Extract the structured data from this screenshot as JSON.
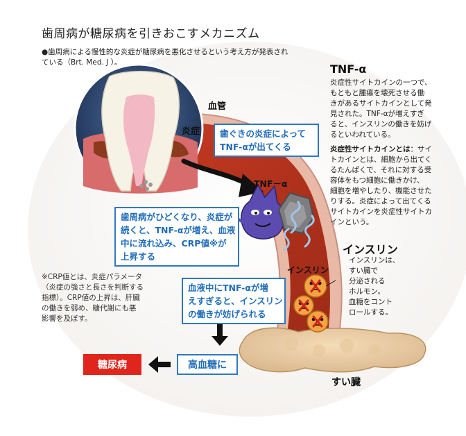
{
  "title": "歯周病が糖尿病を引きおこすメカニズム",
  "intro": "●歯周病による慢性的な炎症が糖尿病を悪化させるという考え方が発表されている（Brt. Med. J ）。",
  "labels": {
    "vessel": "血管",
    "inflammation": "炎症",
    "tnf": "TNF－α",
    "insulin_small": "インスリン",
    "pancreas": "すい臓"
  },
  "boxes": {
    "box1": [
      "歯ぐきの炎症によって",
      "TNF-αが出てくる"
    ],
    "box2": [
      "歯周病がひどくなり、炎症が",
      "続くと、TNF-αが増え、血液",
      "中に流れ込み、CRP値※が",
      "上昇する"
    ],
    "box3": [
      "血液中にTNF-αが増",
      "えすぎると、インスリン",
      "の働きが妨げられる"
    ]
  },
  "tnf_info": {
    "heading": "TNF-α",
    "lines": [
      "炎症性サイトカインの一つで、",
      "もともと腫瘍を壊死させる働",
      "きがあるサイトカインとして発",
      "見された。TNF-αが増えすぎ",
      "ると、インスリンの働きを妨げ",
      "るといわれている。"
    ],
    "cytokine_term": "炎症性サイトカインとは",
    "cytokine_lines": [
      "：サイ",
      "トカインとは、細胞から出てく",
      "るたんぱくで、それに対する受",
      "容体をもつ細胞に働きかけ、",
      "細胞を増やしたり、機能させた",
      "りする。炎症によって出てくる",
      "サイトカインを炎症性サイトカ",
      "インという。"
    ]
  },
  "insulin_info": {
    "heading": "インスリン",
    "lines": [
      "インスリンは、",
      "すい臓で",
      "分泌される",
      "ホルモン。",
      "血糖をコント",
      "ロールする。"
    ]
  },
  "crp_note": [
    "※CRP値とは、炎症パラメータ",
    "（炎症の強さと長さを判断する",
    "指標）。CRP値の上昇は、肝臓",
    "の働きを弱め、糖代謝にも悪",
    "影響を及ぼす。"
  ],
  "results": {
    "hyperglycemia": "高血糖に",
    "diabetes": "糖尿病"
  },
  "colors": {
    "vessel_red": "#b8321f",
    "vessel_dark": "#8e2414",
    "blue": "#2e78c2",
    "red": "#e0251c"
  }
}
